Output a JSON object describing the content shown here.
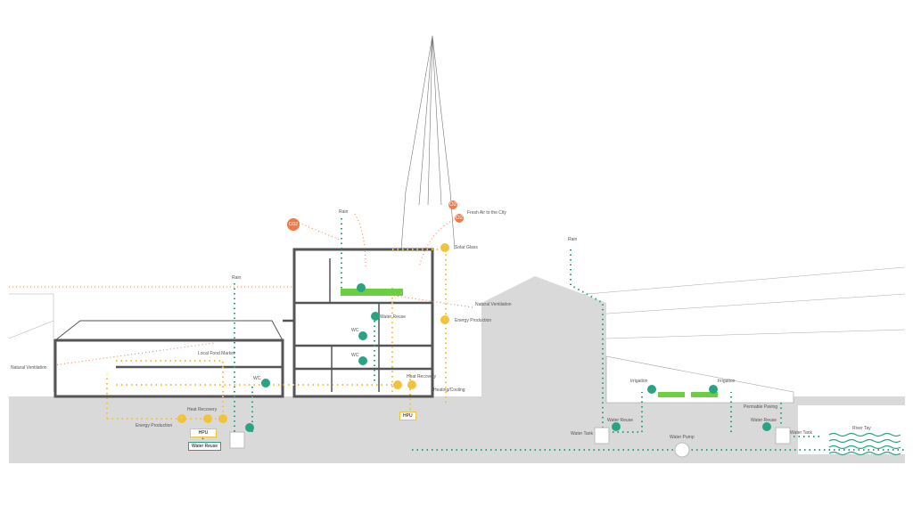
{
  "labels": {
    "rain": "Rain",
    "fresh_air": "Fresh Air to the City",
    "solar_glass": "Solar Glass",
    "natural_ventilation": "Natural Ventilation",
    "energy_production": "Energy Production",
    "water_reuse": "Water Reuse",
    "wc": "WC",
    "heat_recovery": "Heat Recovery",
    "heating_cooling": "Heating/Cooling",
    "hpu": "HPU",
    "plus": "+",
    "local_food_market": "Local Food Market",
    "irrigation": "Irrigation",
    "permable_paving": "Permable Paving",
    "water_tank": "Water Tank",
    "water_pump": "Water Pump",
    "river_tay": "River Tay",
    "co2": "CO2",
    "o2": "O2"
  },
  "colors": {
    "water": "#2aa383",
    "energy": "#f2c33a",
    "air": "#ef7b4a",
    "ground": "#d9d9d9",
    "structure": "#555555"
  }
}
